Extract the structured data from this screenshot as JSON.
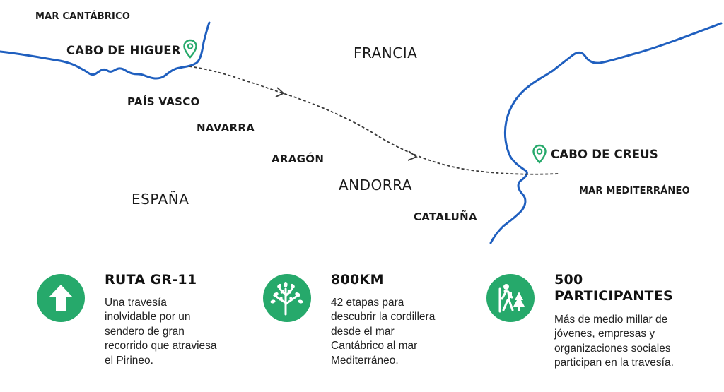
{
  "map": {
    "seas": {
      "north": "MAR CANTÁBRICO",
      "east": "MAR MEDITERRÁNEO"
    },
    "countries": {
      "france": "FRANCIA",
      "spain": "ESPAÑA",
      "andorra": "ANDORRA"
    },
    "regions": {
      "basque": "PAÍS VASCO",
      "navarra": "NAVARRA",
      "aragon": "ARAGÓN",
      "catalonia": "CATALUÑA"
    },
    "capes": {
      "start": "CABO DE HIGUER",
      "end": "CABO DE CREUS"
    },
    "colors": {
      "coast": "#1f5fbf",
      "route": "#3a3a3a",
      "pin": "#26a96b"
    }
  },
  "features": [
    {
      "icon": "arrow-up-icon",
      "title": "RUTA GR-11",
      "description": "Una travesía\ninolvidable por un\nsendero de gran\nrecorrido que atraviesa\nel Pirineo."
    },
    {
      "icon": "tree-icon",
      "title": "800KM",
      "description": "42 etapas para\ndescubrir la cordillera\ndesde el mar\nCantábrico al mar\nMediterráneo."
    },
    {
      "icon": "hiker-icon",
      "title": "500\nPARTICIPANTES",
      "description": "Más de medio millar de\njóvenes, empresas y\norganizaciones sociales\nparticipan en la travesía."
    }
  ],
  "accent_color": "#26a96b"
}
